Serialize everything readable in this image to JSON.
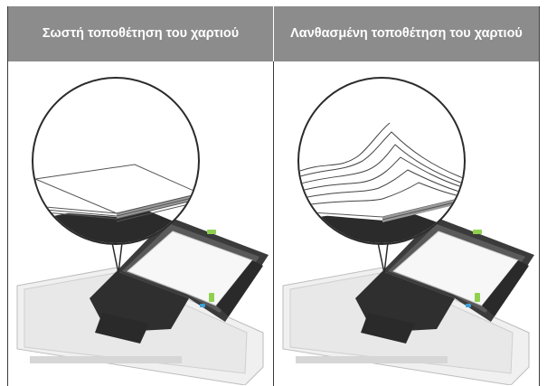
{
  "table": {
    "columns": [
      {
        "header": "Σωστή τοποθέτηση του χαρτιού",
        "image": "paper-tray-correctly-loaded-flat-paper-stack"
      },
      {
        "header": "Λανθασμένη τοποθέτηση του χαρτιού",
        "image": "paper-tray-incorrectly-loaded-curled-paper-stack"
      }
    ]
  },
  "colors": {
    "header_bg": "#8c8c8c",
    "tray_dark": "#2b2b2b",
    "tray_light": "#e6e6e6",
    "accent_green": "#8fd14f",
    "accent_blue": "#3aa0d8"
  }
}
